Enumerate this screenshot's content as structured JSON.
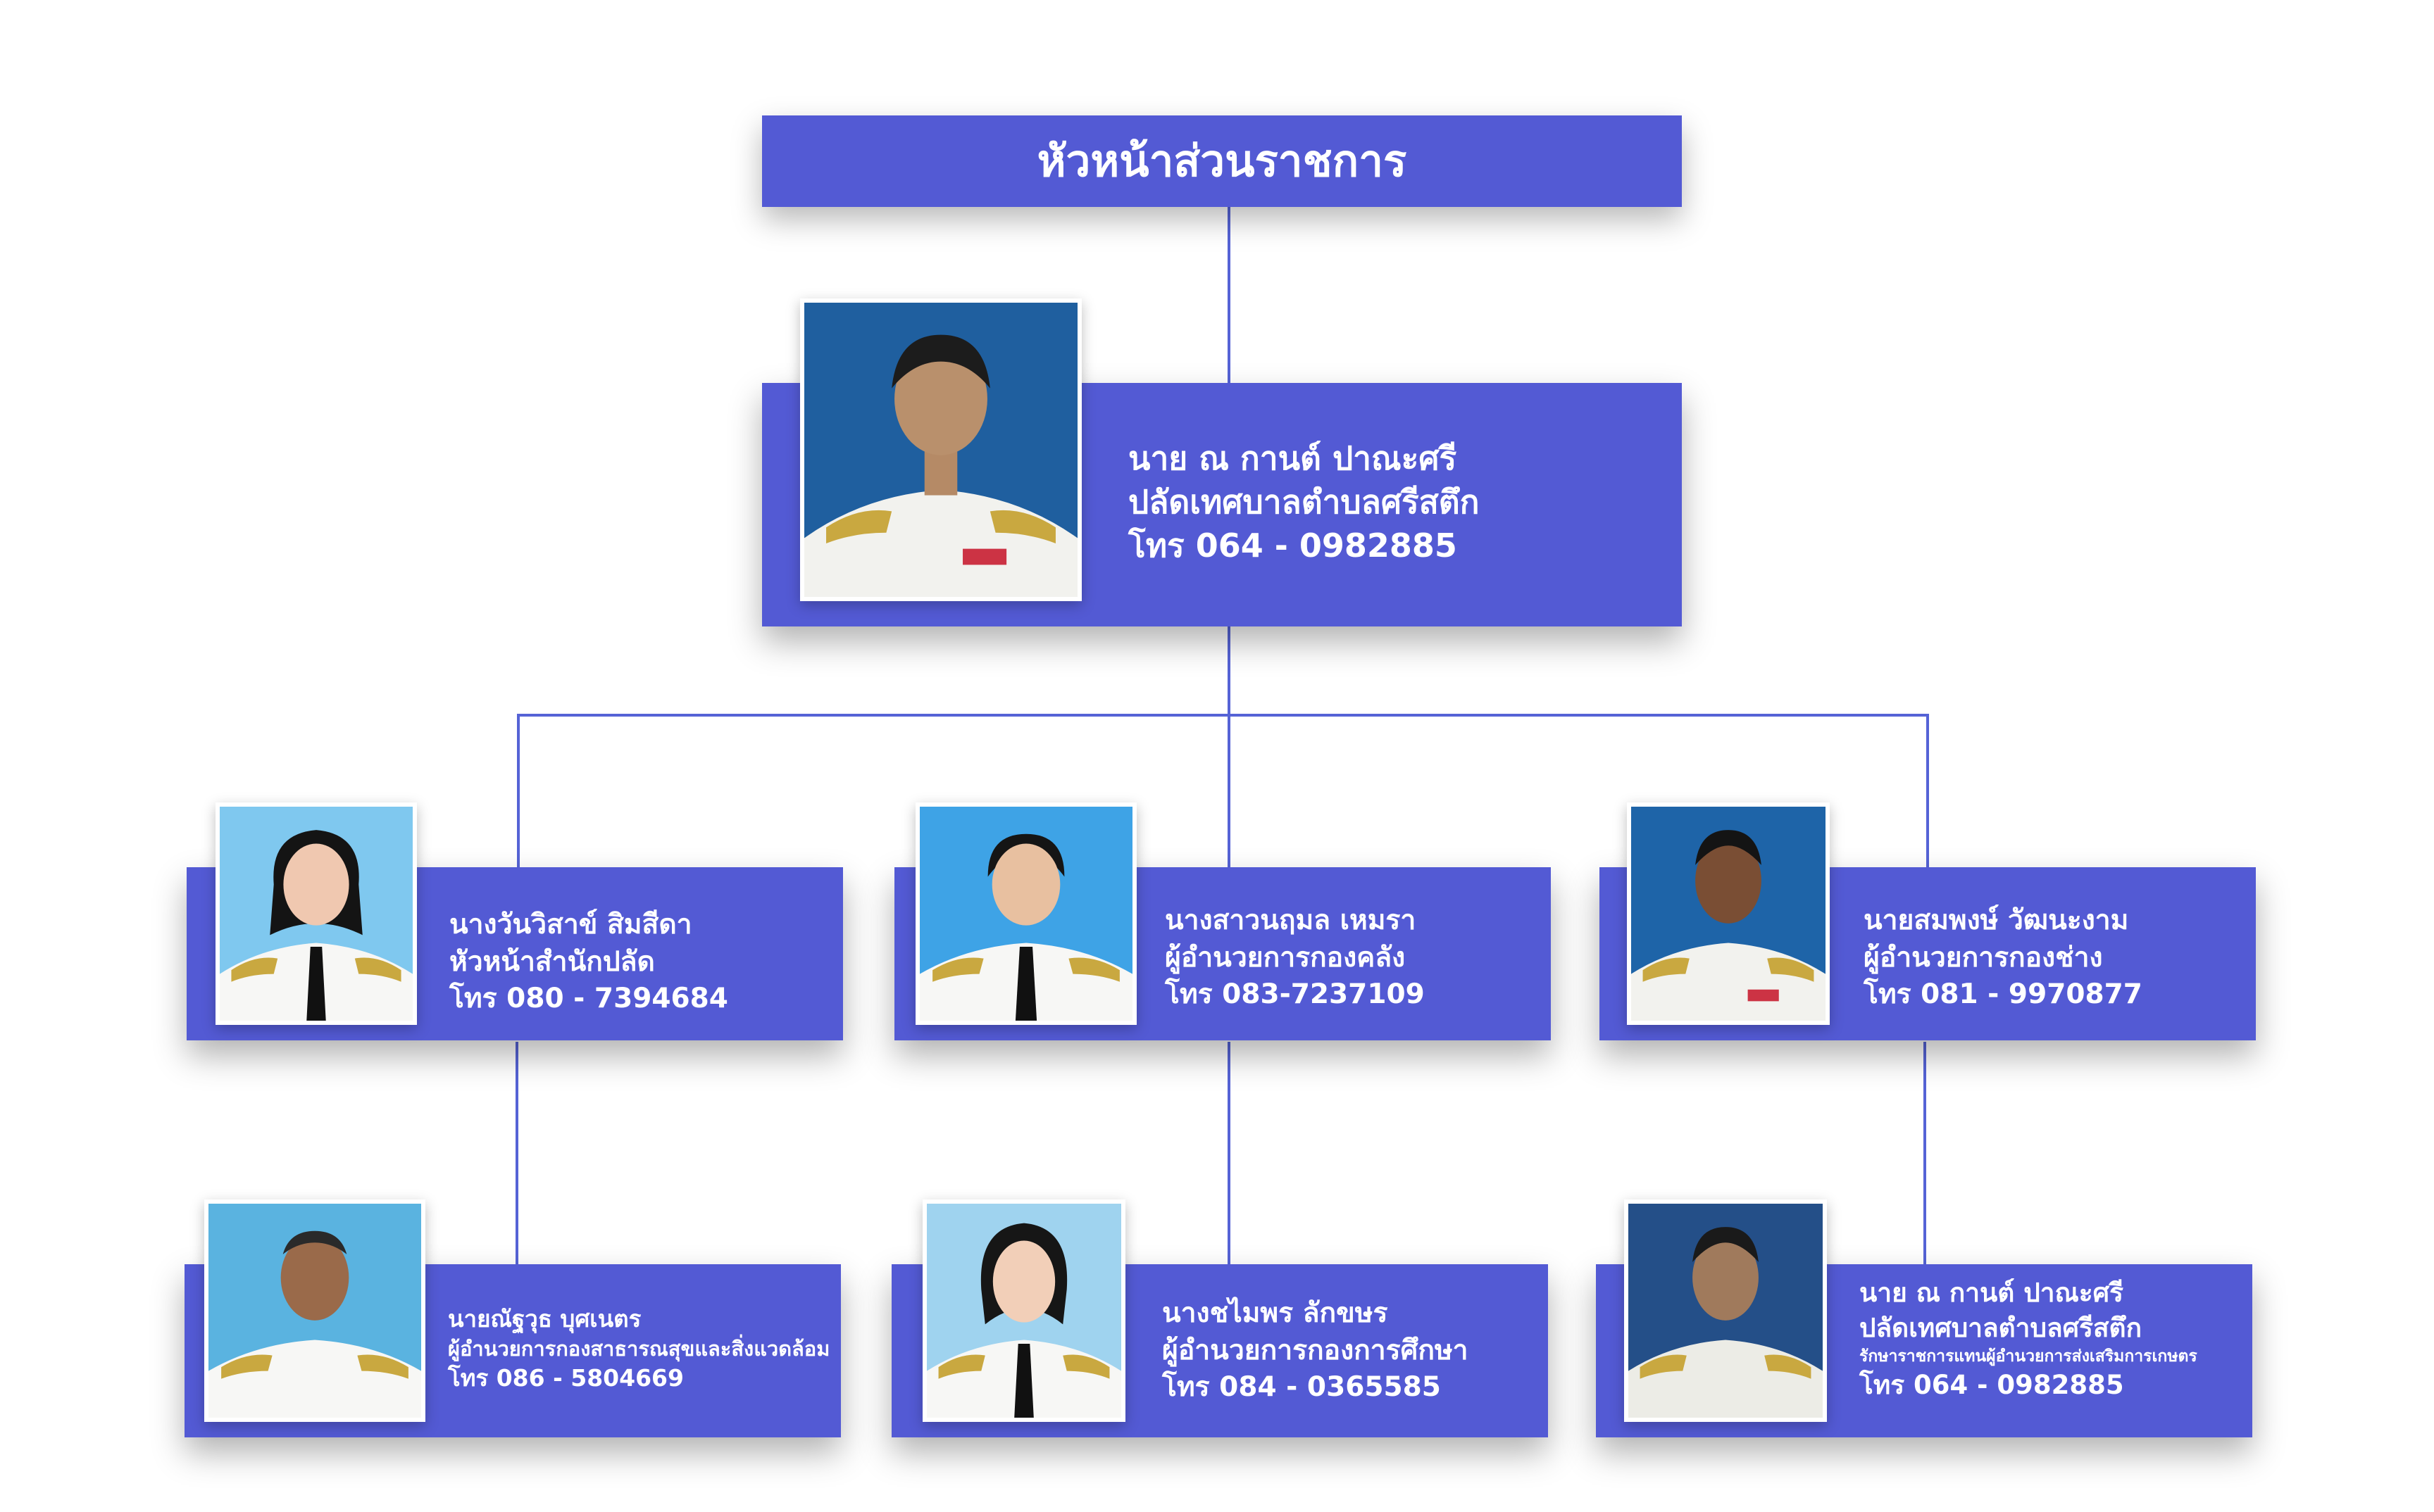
{
  "header": {
    "title": "หัวหน้าส่วนราชการ"
  },
  "chief": {
    "name": "นาย ณ กานต์ ปาณะศรี",
    "position": "ปลัดเทศบาลตำบลศรีสตึก",
    "phone": "โทร 064 - 0982885"
  },
  "level2": [
    {
      "name": "นางวันวิสาข์ สิมสีดา",
      "position": "หัวหน้าสำนักปลัด",
      "phone": "โทร 080 - 7394684"
    },
    {
      "name": "นางสาวนฤมล เหมรา",
      "position": "ผู้อำนวยการกองคลัง",
      "phone": "โทร 083-7237109"
    },
    {
      "name": "นายสมพงษ์ วัฒนะงาม",
      "position": "ผู้อำนวยการกองช่าง",
      "phone": "โทร 081 - 9970877"
    }
  ],
  "level3": [
    {
      "name": "นายณัฐวุธ บุศเนตร",
      "position": "ผู้อำนวยการกองสาธารณสุขและสิ่งแวดล้อม",
      "phone": "โทร 086 - 5804669"
    },
    {
      "name": "นางชไมพร ลักขษร",
      "position": "ผู้อำนวยการกองการศึกษา",
      "phone": "โทร 084 - 0365585"
    },
    {
      "name": "นาย ณ กานต์ ปาณะศรี",
      "position": "ปลัดเทศบาลตำบลศรีสตึก",
      "note": "รักษาราชการแทนผู้อำนวยการส่งเสริมการเกษตร",
      "phone": "โทร 064 - 0982885"
    }
  ],
  "colors": {
    "box": "#535ad4",
    "line": "#5563d6",
    "background": "#ffffff"
  }
}
